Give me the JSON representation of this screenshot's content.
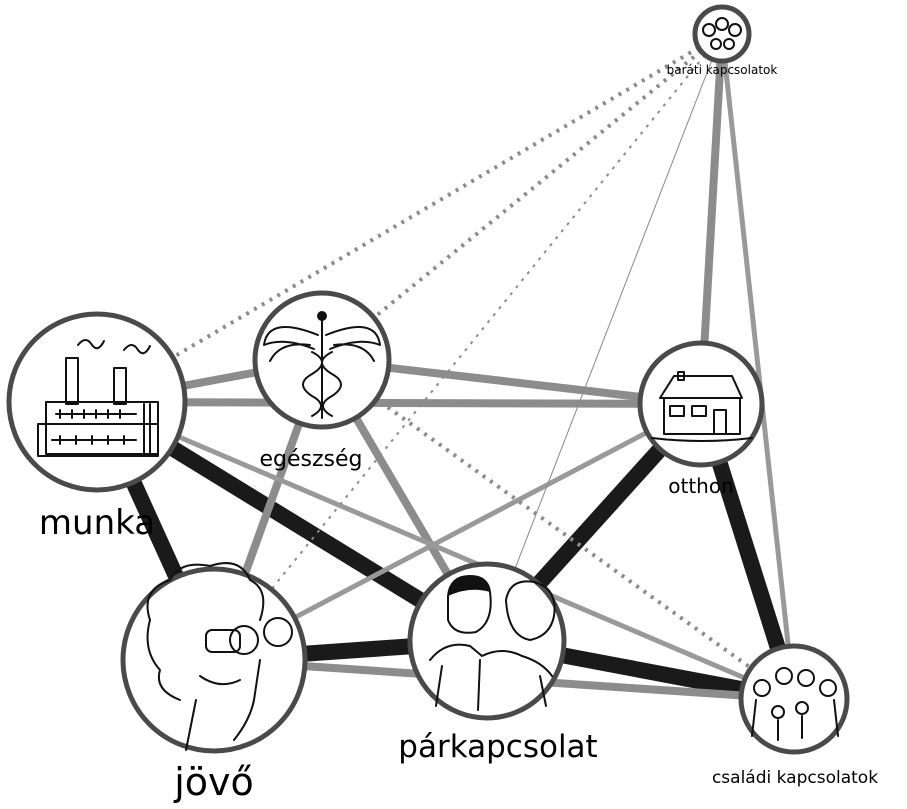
{
  "nodes": [
    {
      "id": "munka",
      "label": "munka",
      "icon": "factory-icon"
    },
    {
      "id": "egeszseg",
      "label": "egészség",
      "icon": "caduceus-icon"
    },
    {
      "id": "otthon",
      "label": "otthon",
      "icon": "house-icon"
    },
    {
      "id": "parati",
      "label": "baráti kapcsolatok",
      "icon": "friends-icon"
    },
    {
      "id": "jovo",
      "label": "jövő",
      "icon": "binoculars-icon"
    },
    {
      "id": "parkapcsolat",
      "label": "párkapcsolat",
      "icon": "couple-icon"
    },
    {
      "id": "csaladi",
      "label": "családi kapcsolatok",
      "icon": "family-icon"
    }
  ],
  "edges": [
    {
      "from": "munka",
      "to": "jovo",
      "style": "solid",
      "strength": "strong"
    },
    {
      "from": "munka",
      "to": "parkapcsolat",
      "style": "solid",
      "strength": "strong"
    },
    {
      "from": "parkapcsolat",
      "to": "jovo",
      "style": "solid",
      "strength": "strong"
    },
    {
      "from": "parkapcsolat",
      "to": "otthon",
      "style": "solid",
      "strength": "strong"
    },
    {
      "from": "parkapcsolat",
      "to": "csaladi",
      "style": "solid",
      "strength": "strong"
    },
    {
      "from": "otthon",
      "to": "csaladi",
      "style": "solid",
      "strength": "strong"
    },
    {
      "from": "munka",
      "to": "egeszseg",
      "style": "solid",
      "strength": "medium"
    },
    {
      "from": "egeszseg",
      "to": "jovo",
      "style": "solid",
      "strength": "medium"
    },
    {
      "from": "egeszseg",
      "to": "parkapcsolat",
      "style": "solid",
      "strength": "medium"
    },
    {
      "from": "egeszseg",
      "to": "otthon",
      "style": "solid",
      "strength": "medium"
    },
    {
      "from": "munka",
      "to": "otthon",
      "style": "solid",
      "strength": "medium"
    },
    {
      "from": "parati",
      "to": "otthon",
      "style": "solid",
      "strength": "medium"
    },
    {
      "from": "jovo",
      "to": "csaladi",
      "style": "solid",
      "strength": "medium"
    },
    {
      "from": "jovo",
      "to": "otthon",
      "style": "solid",
      "strength": "weak"
    },
    {
      "from": "munka",
      "to": "csaladi",
      "style": "solid",
      "strength": "weak"
    },
    {
      "from": "parati",
      "to": "csaladi",
      "style": "solid",
      "strength": "weak"
    },
    {
      "from": "parati",
      "to": "parkapcsolat",
      "style": "solid",
      "strength": "thin"
    },
    {
      "from": "egeszseg",
      "to": "csaladi",
      "style": "dotted",
      "strength": "medium"
    },
    {
      "from": "parati",
      "to": "munka",
      "style": "dotted",
      "strength": "medium"
    },
    {
      "from": "parati",
      "to": "egeszseg",
      "style": "dotted",
      "strength": "medium"
    },
    {
      "from": "parati",
      "to": "jovo",
      "style": "dotted",
      "strength": "weak"
    }
  ],
  "colors": {
    "strong": "#1a1a1a",
    "medium": "#8c8c8c",
    "weak": "#999999",
    "thin": "#888888",
    "ring": "#4a4a4a"
  }
}
